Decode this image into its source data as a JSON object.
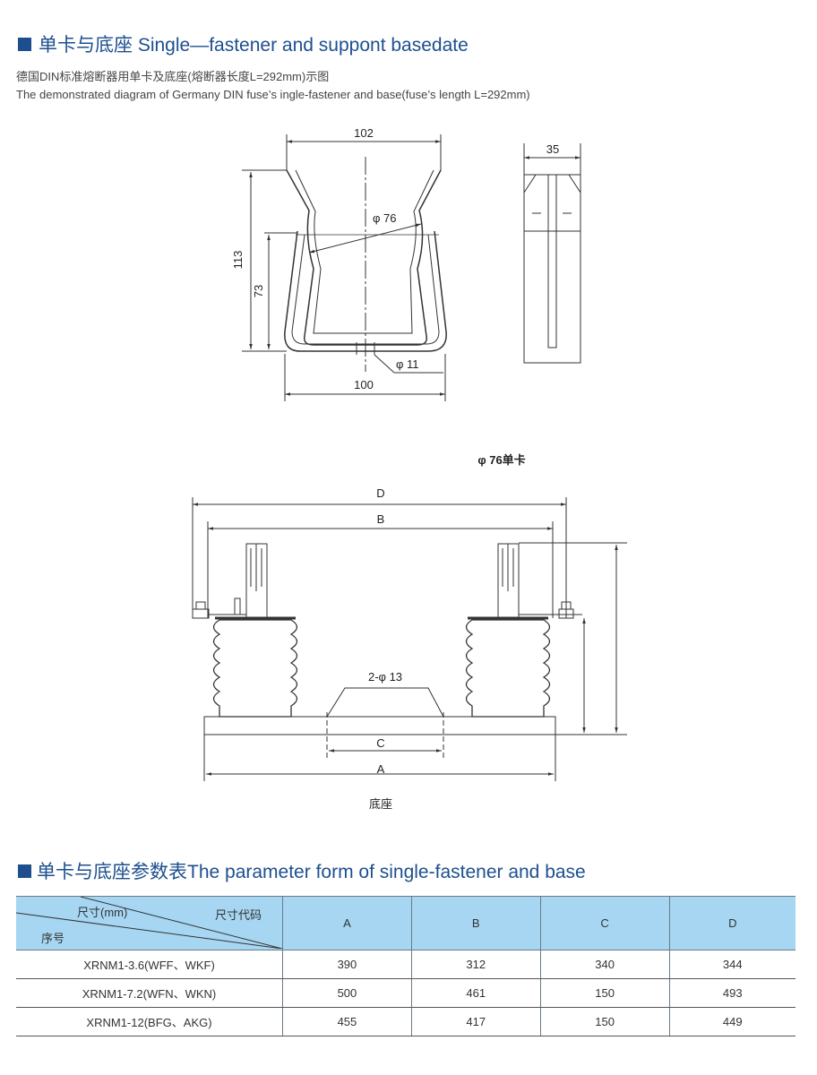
{
  "header": {
    "title": "单卡与底座 Single—fastener and suppont basedate",
    "subtitle_cn": "德国DIN标准熔断器用单卡及底座(熔断器长度L=292mm)示图",
    "subtitle_en": "The demonstrated diagram of Germany DIN fuse’s ingle-fastener and base(fuse’s length L=292mm)"
  },
  "clip_drawing": {
    "dim_top": "102",
    "dim_height": "113",
    "dim_inner_height": "73",
    "dim_diameter": "φ 76",
    "dim_hole": "φ 11",
    "dim_bottom": "100",
    "dim_side_width": "35",
    "caption": "φ 76单卡"
  },
  "base_drawing": {
    "dim_d": "D",
    "dim_b": "B",
    "dim_holes": "2-φ 13",
    "dim_c": "C",
    "dim_a": "A",
    "caption": "底座"
  },
  "table": {
    "title": "单卡与底座参数表The parameter form of single-fastener and base",
    "corner_top": "尺寸(mm)",
    "corner_right": "尺寸代码",
    "corner_bottom": "序号",
    "columns": [
      "A",
      "B",
      "C",
      "D"
    ],
    "rows": [
      {
        "model": "XRNM1-3.6(WFF、WKF)",
        "A": "390",
        "B": "312",
        "C": "340",
        "D": "344"
      },
      {
        "model": "XRNM1-7.2(WFN、WKN)",
        "A": "500",
        "B": "461",
        "C": "150",
        "D": "493"
      },
      {
        "model": "XRNM1-12(BFG、AKG)",
        "A": "455",
        "B": "417",
        "C": "150",
        "D": "449"
      }
    ]
  },
  "colors": {
    "title": "#1d4f8f",
    "table_header": "#a6d6f2"
  }
}
